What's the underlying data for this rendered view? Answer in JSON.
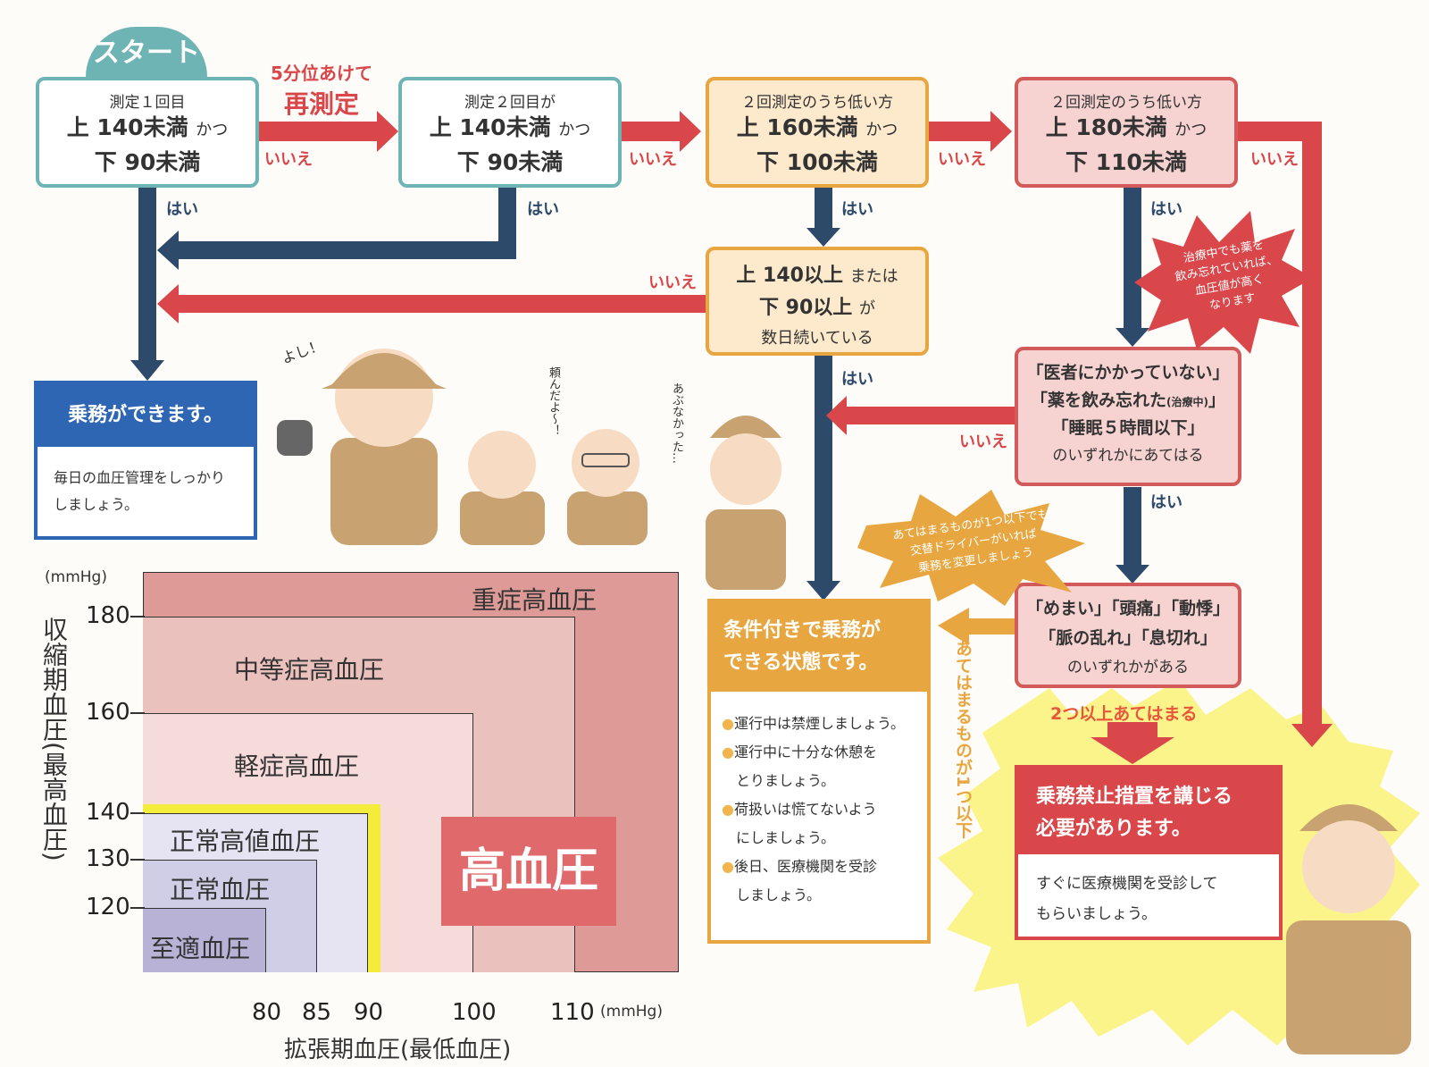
{
  "start": {
    "label": "スタート"
  },
  "remeasure": {
    "line1": "5分位あけて",
    "line2": "再測定"
  },
  "boxes": [
    {
      "l1": "測定１回目",
      "l2a": "上 140未満",
      "l2b": "かつ",
      "l3": "下 90未満"
    },
    {
      "l1": "測定２回目が",
      "l2a": "上 140未満",
      "l2b": "かつ",
      "l3": "下 90未満"
    },
    {
      "l1": "２回測定のうち低い方",
      "l2a": "上 160未満",
      "l2b": "かつ",
      "l3": "下 100未満"
    },
    {
      "l1": "２回測定のうち低い方",
      "l2a": "上 180未満",
      "l2b": "かつ",
      "l3": "下 110未満"
    }
  ],
  "days_box": {
    "l1a": "上 140以上",
    "l1b": "または",
    "l2a": "下 90以上",
    "l2b": "が",
    "l3": "数日続いている"
  },
  "cond_box": {
    "l1": "「医者にかかっていない」",
    "l2a": "「薬を飲み忘れた",
    "l2b": "(治療中)",
    "l2c": "」",
    "l3": "「睡眠５時間以下」",
    "l4": "のいずれかにあてはる"
  },
  "symptom_box": {
    "l1": "「めまい」「頭痛」「動悸」",
    "l2": "「脈の乱れ」「息切れ」",
    "l3": "のいずれかがある"
  },
  "labels": {
    "no": "いいえ",
    "yes": "はい"
  },
  "results": {
    "ok": {
      "title": "乗務ができます。",
      "body1": "毎日の血圧管理をしっかり",
      "body2": "しましょう。"
    },
    "conditional": {
      "title1": "条件付きで乗務が",
      "title2": "できる状態です。",
      "items": [
        "運行中は禁煙しましょう。",
        "運行中に十分な休憩を",
        "とりましょう。",
        "荷扱いは慌てないよう",
        "にしましょう。",
        "後日、医療機関を受診",
        "しましょう。"
      ]
    },
    "prohibit": {
      "title1": "乗務禁止措置を講じる",
      "title2": "必要があります。",
      "body1": "すぐに医療機関を受診して",
      "body2": "もらいましょう。"
    }
  },
  "bursts": {
    "treatment": [
      "治療中でも薬を",
      "飲み忘れていれば、",
      "血圧値が高く",
      "なります"
    ],
    "driver": [
      "あてはまるものが1つ以下でも",
      "交替ドライバーがいれば",
      "乗務を変更しましょう"
    ]
  },
  "side_labels": {
    "one_or_less": "あてはまるものが1つ以下",
    "two_or_more": "2つ以上あてはまる"
  },
  "speech": {
    "yoshi": "よし！",
    "tanomu": "頼んだよ〜！",
    "abunakatta": "あぶなかった…"
  },
  "bp_chart": {
    "unit": "(mmHg)",
    "ylabel": "収縮期血圧(最高血圧)",
    "xlabel": "拡張期血圧(最低血圧)",
    "y_ticks": [
      "180",
      "160",
      "140",
      "130",
      "120"
    ],
    "x_ticks": [
      "80",
      "85",
      "90",
      "100",
      "110"
    ],
    "x_unit": "(mmHg)",
    "zones": [
      "重症高血圧",
      "中等症高血圧",
      "軽症高血圧",
      "正常高値血圧",
      "正常血圧",
      "至適血圧"
    ],
    "hypertension": "高血圧",
    "colors": {
      "severe": "#de9a96",
      "moderate": "#ebc1bd",
      "mild": "#f5dbd9",
      "high_normal": "#e6e4f2",
      "normal": "#d0cde6",
      "optimal": "#b7b2d6",
      "highlight": "#f3ec3b",
      "badge": "#e0696c"
    }
  }
}
